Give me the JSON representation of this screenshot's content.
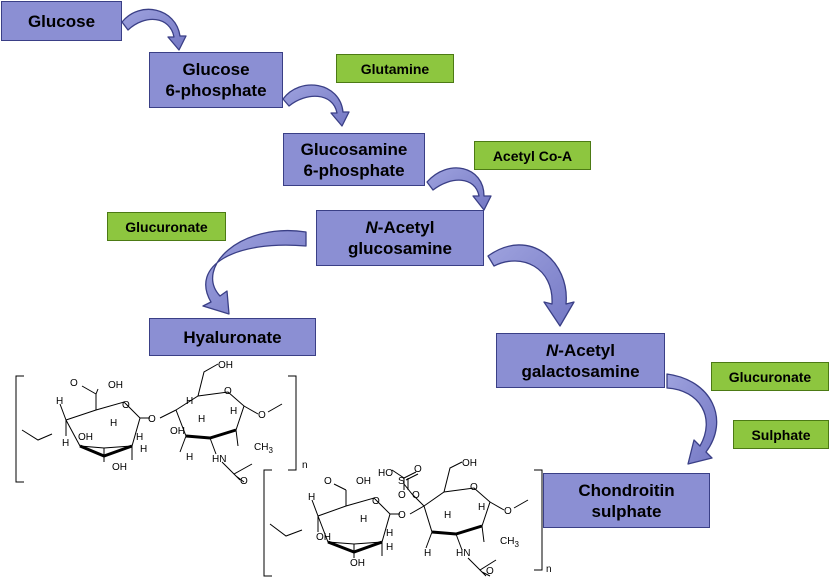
{
  "nodes": {
    "glucose": "Glucose",
    "g6p_line1": "Glucose",
    "g6p_line2": "6-phosphate",
    "gln6p_line1": "Glucosamine",
    "gln6p_line2": "6-phosphate",
    "nag_prefix": "N",
    "nag_line1_rest": "-Acetyl",
    "nag_line2": "glucosamine",
    "hyaluronate": "Hyaluronate",
    "nagal_prefix": "N",
    "nagal_line1_rest": "-Acetyl",
    "nagal_line2": "galactosamine",
    "cs_line1": "Chondroitin",
    "cs_line2": "sulphate"
  },
  "reagents": {
    "glutamine": "Glutamine",
    "acetyl_coa": "Acetyl Co-A",
    "glucuronate_left": "Glucuronate",
    "glucuronate_right": "Glucuronate",
    "sulphate": "Sulphate"
  },
  "structure_hyaluronate": {
    "cooh": "OH",
    "carbonyl_o": "O",
    "ring_o1": "O",
    "ring_o2": "O",
    "link_o": "O",
    "ch2oh": "OH",
    "h_labels": [
      "H",
      "H",
      "H",
      "H",
      "H",
      "H",
      "H",
      "H",
      "H"
    ],
    "oh_labels": [
      "OH",
      "OH",
      "OH"
    ],
    "nh": "HN",
    "acetyl_ch3": "CH",
    "acetyl_sub": "3",
    "acetyl_o": "O",
    "repeat": "n"
  },
  "structure_chondroitin": {
    "so3_ho": "HO",
    "so3_s": "S",
    "so3_o1": "O",
    "so3_o2": "O",
    "so3_o3": "O",
    "cooh": "OH",
    "carbonyl_o": "O",
    "ring_o1": "O",
    "ring_o2": "O",
    "link_o": "O",
    "ch2oh": "OH",
    "h_labels": [
      "H",
      "H",
      "H",
      "H",
      "H",
      "H",
      "H"
    ],
    "oh_labels": [
      "OH",
      "OH"
    ],
    "nh": "HN",
    "acetyl_ch3": "CH",
    "acetyl_sub": "3",
    "acetyl_o": "O",
    "repeat": "n"
  },
  "colors": {
    "node_fill": "#8b8fd3",
    "node_border": "#3a3f86",
    "reagent_fill": "#8dc63f",
    "arrow_fill": "#8b8fd3"
  },
  "icons": [
    "curved-arrow"
  ]
}
